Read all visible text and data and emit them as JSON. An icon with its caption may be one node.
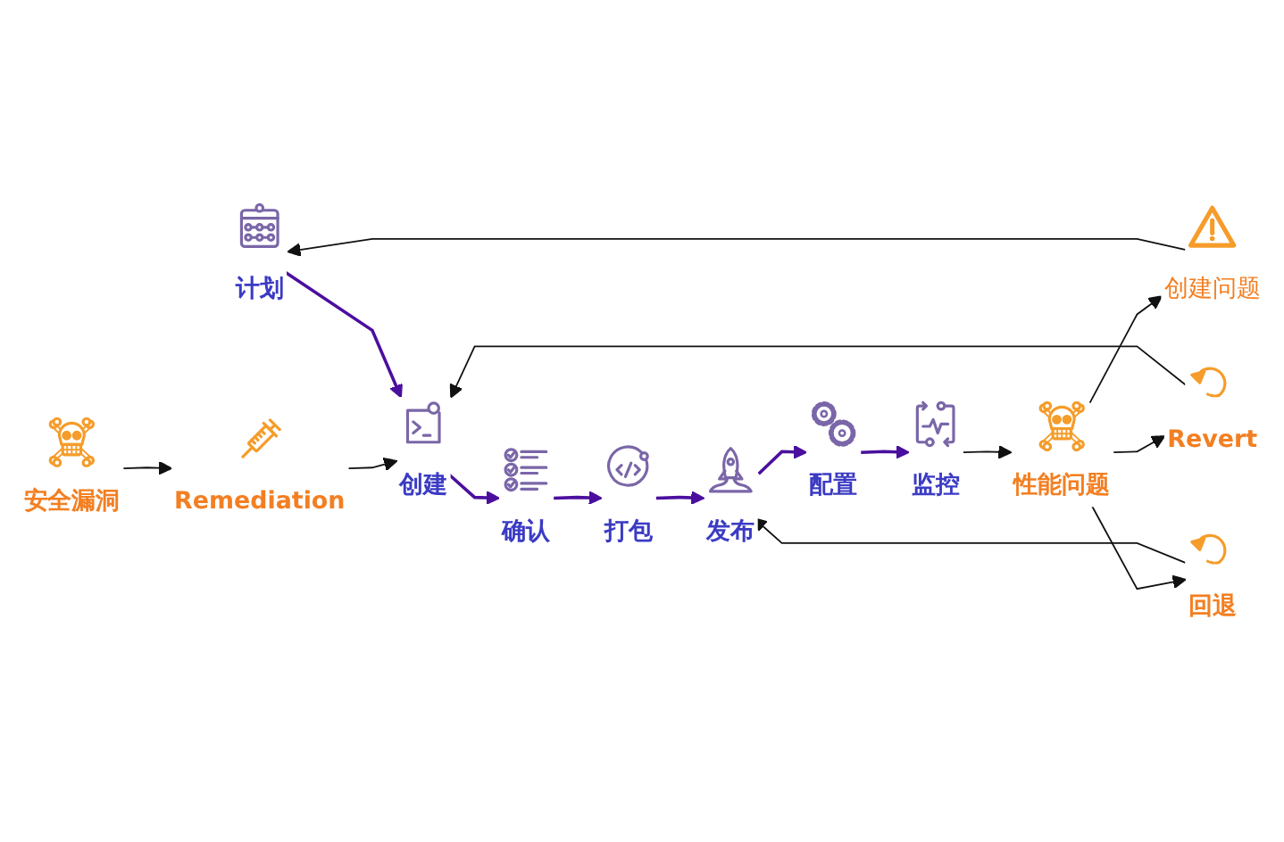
{
  "diagram": {
    "nodes": [
      {
        "text": [
          "安全漏洞"
        ]
      },
      {
        "text": [
          "Remediation"
        ]
      },
      {
        "text": [
          "计划"
        ]
      },
      {
        "text": [
          "创建"
        ]
      },
      {
        "text": [
          "确认"
        ]
      },
      {
        "text": [
          "打包"
        ]
      },
      {
        "text": [
          "发布"
        ]
      },
      {
        "text": [
          "配置"
        ]
      },
      {
        "text": [
          "监控"
        ]
      },
      {
        "text": [
          "创建问题"
        ]
      },
      {
        "text": [
          "Revert"
        ]
      },
      {
        "text": [
          "回退"
        ]
      },
      {
        "text": [
          "性能问题"
        ]
      }
    ],
    "edges": [
      {
        "from": 0,
        "to": 1,
        "arrow": "to"
      },
      {
        "from": 1,
        "to": 3,
        "arrow": "to"
      },
      {
        "from": 2,
        "to": 3,
        "arrow": "to",
        "color": "#4b0f9e"
      },
      {
        "from": 3,
        "to": 4,
        "arrow": "to",
        "color": "#4b0f9e"
      },
      {
        "from": 4,
        "to": 5,
        "arrow": "to",
        "color": "#4b0f9e"
      },
      {
        "from": 5,
        "to": 6,
        "arrow": "to",
        "color": "#4b0f9e"
      },
      {
        "from": 6,
        "to": 7,
        "arrow": "to",
        "color": "#4b0f9e"
      },
      {
        "from": 7,
        "to": 8,
        "arrow": "to",
        "color": "#4b0f9e"
      },
      {
        "from": 9,
        "to": 2,
        "arrow": "to"
      },
      {
        "from": 10,
        "to": 3,
        "arrow": "to"
      },
      {
        "from": 11,
        "to": 6,
        "arrow": "to"
      },
      {
        "from": 8,
        "to": 12,
        "arrow": "to"
      },
      {
        "from": 12,
        "to": 9,
        "arrow": "to"
      },
      {
        "from": 12,
        "to": 10,
        "arrow": "to"
      },
      {
        "from": 12,
        "to": 11,
        "arrow": "to"
      }
    ]
  }
}
